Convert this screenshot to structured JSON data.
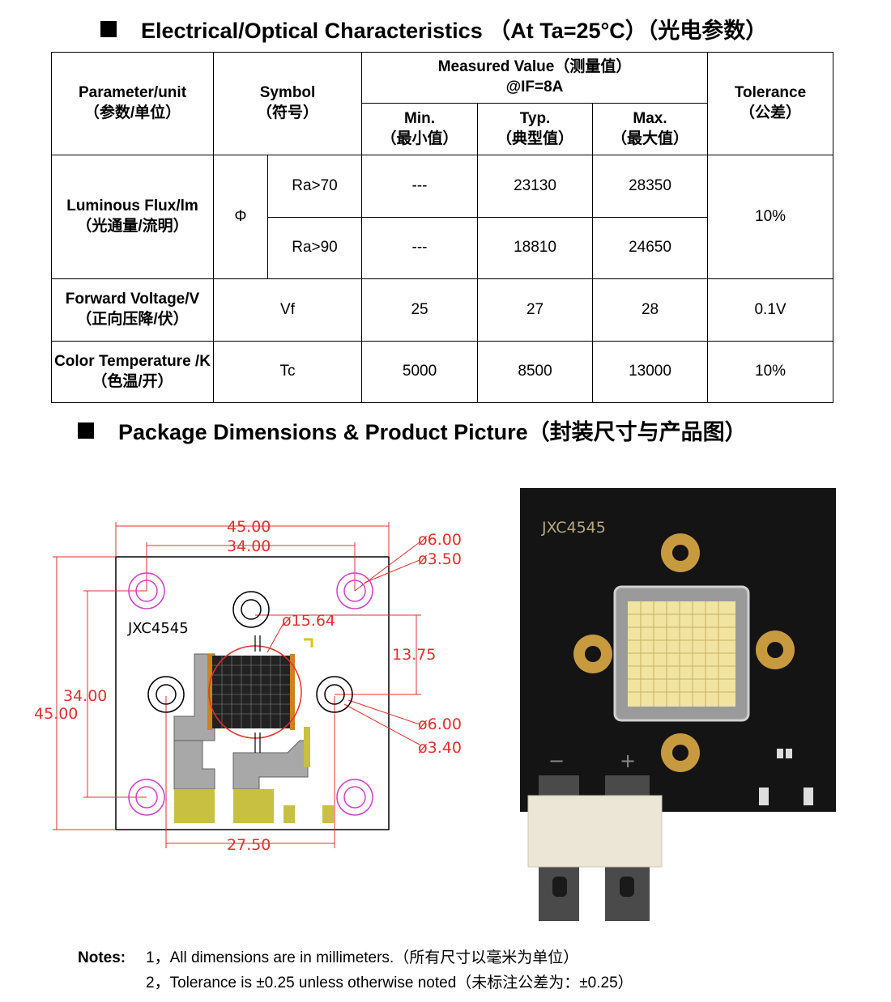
{
  "section1": {
    "title": "Electrical/Optical Characteristics （At Ta=25°C）（光电参数）"
  },
  "table": {
    "header": {
      "param": "Parameter/unit",
      "param_zh": "（参数/单位）",
      "symbol": "Symbol",
      "symbol_zh": "（符号）",
      "measured": "Measured Value（测量值）",
      "condition": "@IF=8A",
      "min": "Min.",
      "min_zh": "（最小值）",
      "typ": "Typ.",
      "typ_zh": "（典型值）",
      "max": "Max.",
      "max_zh": "（最大值）",
      "tolerance": "Tolerance",
      "tolerance_zh": "（公差）"
    },
    "flux": {
      "param": "Luminous Flux/lm",
      "param_zh": "（光通量/流明）",
      "symbol": "Φ",
      "tolerance": "10%",
      "rows": [
        {
          "cond": "Ra>70",
          "min": "---",
          "typ": "23130",
          "max": "28350"
        },
        {
          "cond": "Ra>90",
          "min": "---",
          "typ": "18810",
          "max": "24650"
        }
      ]
    },
    "voltage": {
      "param": "Forward Voltage/V",
      "param_zh": "（正向压降/伏）",
      "symbol": "Vf",
      "min": "25",
      "typ": "27",
      "max": "28",
      "tolerance": "0.1V"
    },
    "temp": {
      "param": "Color Temperature /K",
      "param_zh": "（色温/开）",
      "symbol": "Tc",
      "min": "5000",
      "typ": "8500",
      "max": "13000",
      "tolerance": "10%"
    }
  },
  "section2": {
    "title": "Package Dimensions & Product Picture（封装尺寸与产品图）"
  },
  "drawing": {
    "model": "JXC4545",
    "dim_width_outer": "45.00",
    "dim_width_holes": "34.00",
    "dim_height_outer": "45.00",
    "dim_height_holes": "34.00",
    "dim_bottom": "27.50",
    "dim_offset": "13.75",
    "dim_lens": "ø15.64",
    "dim_hole_top_outer": "ø6.00",
    "dim_hole_top_inner": "ø3.50",
    "dim_hole_side_outer": "ø6.00",
    "dim_hole_side_inner": "ø3.40"
  },
  "photo": {
    "model": "JXC4545",
    "minus": "−",
    "plus": "+"
  },
  "notes": {
    "label": "Notes:",
    "n1": "1，All dimensions are in millimeters.（所有尺寸以毫米为单位）",
    "n2": "2，Tolerance is  ±0.25 unless otherwise noted（未标注公差为：±0.25）"
  },
  "colors": {
    "dimension": "#e03030",
    "mounting_ring": "#d040d0",
    "pad": "#c8c040",
    "pcb": "#141414"
  }
}
